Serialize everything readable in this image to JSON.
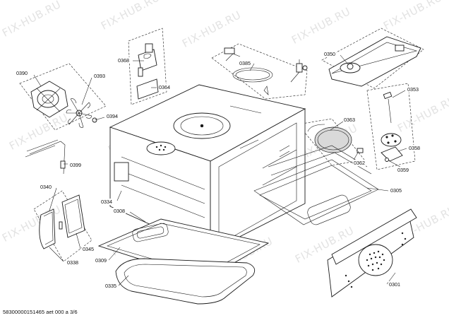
{
  "watermark": "FIX-HUB.RU",
  "footer_text": "58300000151465 aet 000 a 3/6",
  "parts": [
    {
      "id": "p0390",
      "label": "0390"
    },
    {
      "id": "p0393",
      "label": "0393"
    },
    {
      "id": "p0394",
      "label": "0394"
    },
    {
      "id": "p0399",
      "label": "0399"
    },
    {
      "id": "p0368",
      "label": "0368"
    },
    {
      "id": "p0364",
      "label": "0364"
    },
    {
      "id": "p0385",
      "label": "0385"
    },
    {
      "id": "p0350",
      "label": "0350"
    },
    {
      "id": "p0353",
      "label": "0353"
    },
    {
      "id": "p0363",
      "label": "0363"
    },
    {
      "id": "p0362",
      "label": "0362"
    },
    {
      "id": "p0358",
      "label": "0358"
    },
    {
      "id": "p0359",
      "label": "0359"
    },
    {
      "id": "p0340",
      "label": "0340"
    },
    {
      "id": "p0334",
      "label": "0334"
    },
    {
      "id": "p0308",
      "label": "0308"
    },
    {
      "id": "p0345",
      "label": "0345"
    },
    {
      "id": "p0338",
      "label": "0338"
    },
    {
      "id": "p0309",
      "label": "0309"
    },
    {
      "id": "p0335",
      "label": "0335"
    },
    {
      "id": "p0305",
      "label": "0305"
    },
    {
      "id": "p0301",
      "label": "0301"
    }
  ]
}
